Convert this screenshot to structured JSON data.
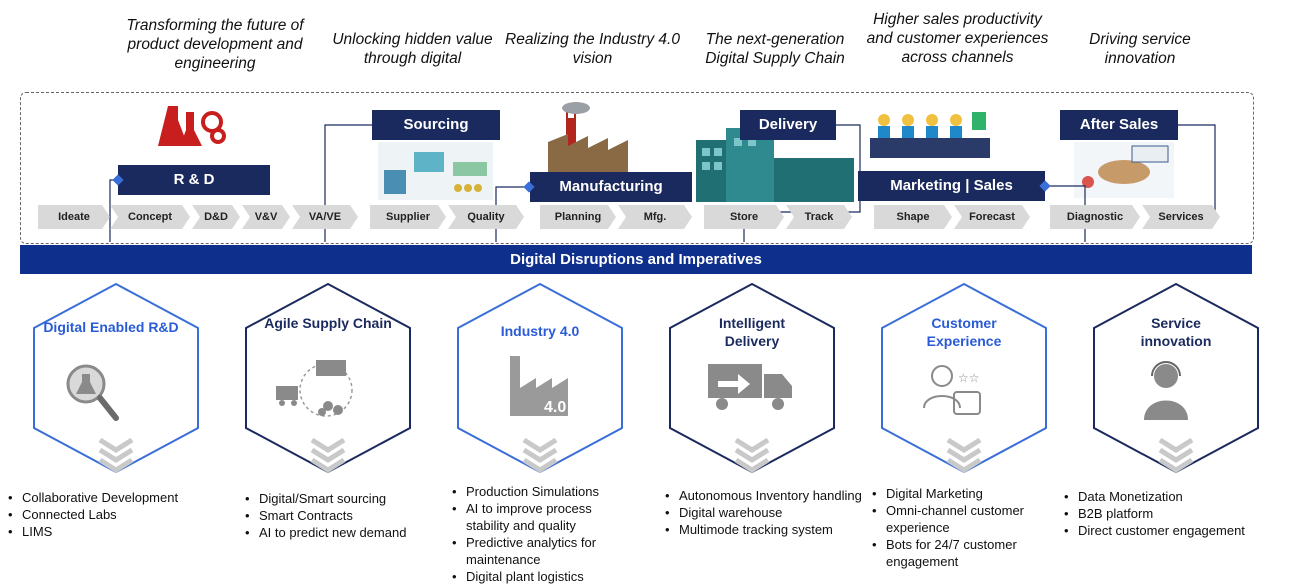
{
  "taglines": [
    "Transforming the future of product development and engineering",
    "Unlocking hidden value through digital",
    "Realizing the Industry 4.0 vision",
    "The next-generation Digital Supply Chain",
    "Higher sales productivity and customer experiences across channels",
    "Driving service innovation"
  ],
  "stages": {
    "rd": "R & D",
    "sourcing": "Sourcing",
    "manufacturing": "Manufacturing",
    "delivery": "Delivery",
    "marketing": "Marketing | Sales",
    "aftersales": "After Sales"
  },
  "steps": [
    "Ideate",
    "Concept",
    "D&D",
    "V&V",
    "VA/VE",
    "Supplier",
    "Quality",
    "Planning",
    "Mfg.",
    "Store",
    "Track",
    "Shape",
    "Forecast",
    "Diagnostic",
    "Services"
  ],
  "banner": "Digital Disruptions and Imperatives",
  "imperatives": [
    {
      "title": "Digital Enabled R&D",
      "title_color": "#2a5bd7",
      "icon": "lab-magnifier-icon",
      "bullets": [
        "Collaborative Development",
        "Connected Labs",
        "LIMS"
      ]
    },
    {
      "title": "Agile Supply Chain",
      "title_color": "#1b2a5e",
      "icon": "supply-chain-icon",
      "bullets": [
        "Digital/Smart sourcing",
        "Smart Contracts",
        "AI to predict new demand"
      ]
    },
    {
      "title": "Industry 4.0",
      "title_color": "#2a5bd7",
      "icon": "factory-4-icon",
      "icon_text": "4.0",
      "bullets": [
        "Production Simulations",
        "AI to improve process stability and quality",
        "Predictive analytics for maintenance",
        "Digital plant logistics"
      ]
    },
    {
      "title": "Intelligent Delivery",
      "title_color": "#1b2a5e",
      "icon": "truck-icon",
      "bullets": [
        "Autonomous Inventory handling",
        "Digital warehouse",
        "Multimode tracking system"
      ]
    },
    {
      "title": "Customer Experience",
      "title_color": "#2a5bd7",
      "icon": "customer-rating-icon",
      "bullets": [
        "Digital Marketing",
        "Omni-channel customer experience",
        "Bots for 24/7 customer engagement"
      ]
    },
    {
      "title": "Service innovation",
      "title_color": "#1b2a5e",
      "icon": "support-agent-icon",
      "bullets": [
        "Data Monetization",
        "B2B platform",
        "Direct customer engagement"
      ]
    }
  ],
  "colors": {
    "navy": "#1b2a5e",
    "banner": "#0f2f8c",
    "accent": "#3a6fd8",
    "chevron": "#d9d9d9",
    "hex_border": "#1b2a5e"
  }
}
